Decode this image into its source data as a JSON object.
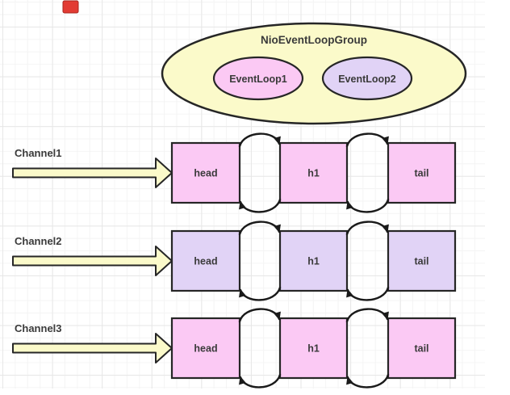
{
  "diagram": {
    "group": {
      "label": "NioEventLoopGroup",
      "fill": "#FBFACA"
    },
    "event_loops": [
      {
        "label": "EventLoop1",
        "fill": "#FBC9F4"
      },
      {
        "label": "EventLoop2",
        "fill": "#E1D3F6"
      }
    ],
    "channels": [
      {
        "label": "Channel1",
        "fill": "#FBC9F4",
        "handlers": [
          "head",
          "h1",
          "tail"
        ]
      },
      {
        "label": "Channel2",
        "fill": "#E1D3F6",
        "handlers": [
          "head",
          "h1",
          "tail"
        ]
      },
      {
        "label": "Channel3",
        "fill": "#FBC9F4",
        "handlers": [
          "head",
          "h1",
          "tail"
        ]
      }
    ],
    "arrow_fill": "#FBFACA",
    "stroke_color": "#262626",
    "text_color": "#3A3A3A",
    "marker_color": "#E23B33"
  }
}
